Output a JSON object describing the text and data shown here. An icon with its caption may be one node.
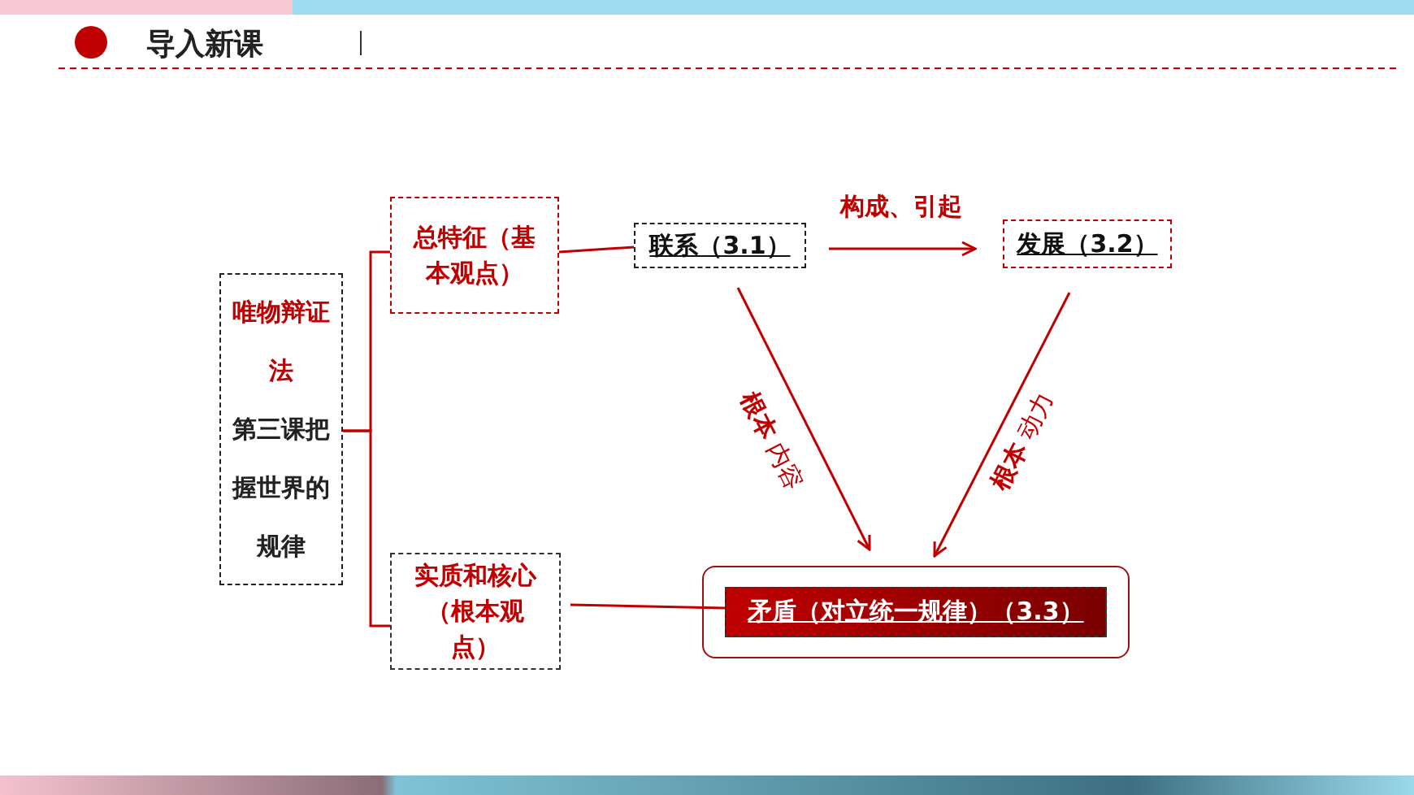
{
  "diagram": {
    "title": "导入新课",
    "nodes": [
      {
        "text": [
          "唯物辩证法",
          "第三课把握世界的规律"
        ]
      },
      {
        "text": [
          "总特征（基本观点）"
        ]
      },
      {
        "text": [
          "实质和核心（根本观点）"
        ]
      },
      {
        "text": [
          "联系（3.1）"
        ]
      },
      {
        "text": [
          "发展（3.2）"
        ]
      },
      {
        "text": [
          "矛盾（对立统一规律）（3.3）"
        ]
      }
    ],
    "edges": [
      {
        "from": 0,
        "to": 1,
        "arrow": "none"
      },
      {
        "from": 0,
        "to": 2,
        "arrow": "none"
      },
      {
        "from": 1,
        "to": 3,
        "arrow": "none"
      },
      {
        "from": 3,
        "to": 4,
        "arrow": "to",
        "label": "构成、引起"
      },
      {
        "from": 3,
        "to": 5,
        "arrow": "to",
        "label": "**根本** 内容"
      },
      {
        "from": 4,
        "to": 5,
        "arrow": "to",
        "label": "**根本** 动力"
      },
      {
        "from": 2,
        "to": 5,
        "arrow": "none"
      }
    ]
  }
}
